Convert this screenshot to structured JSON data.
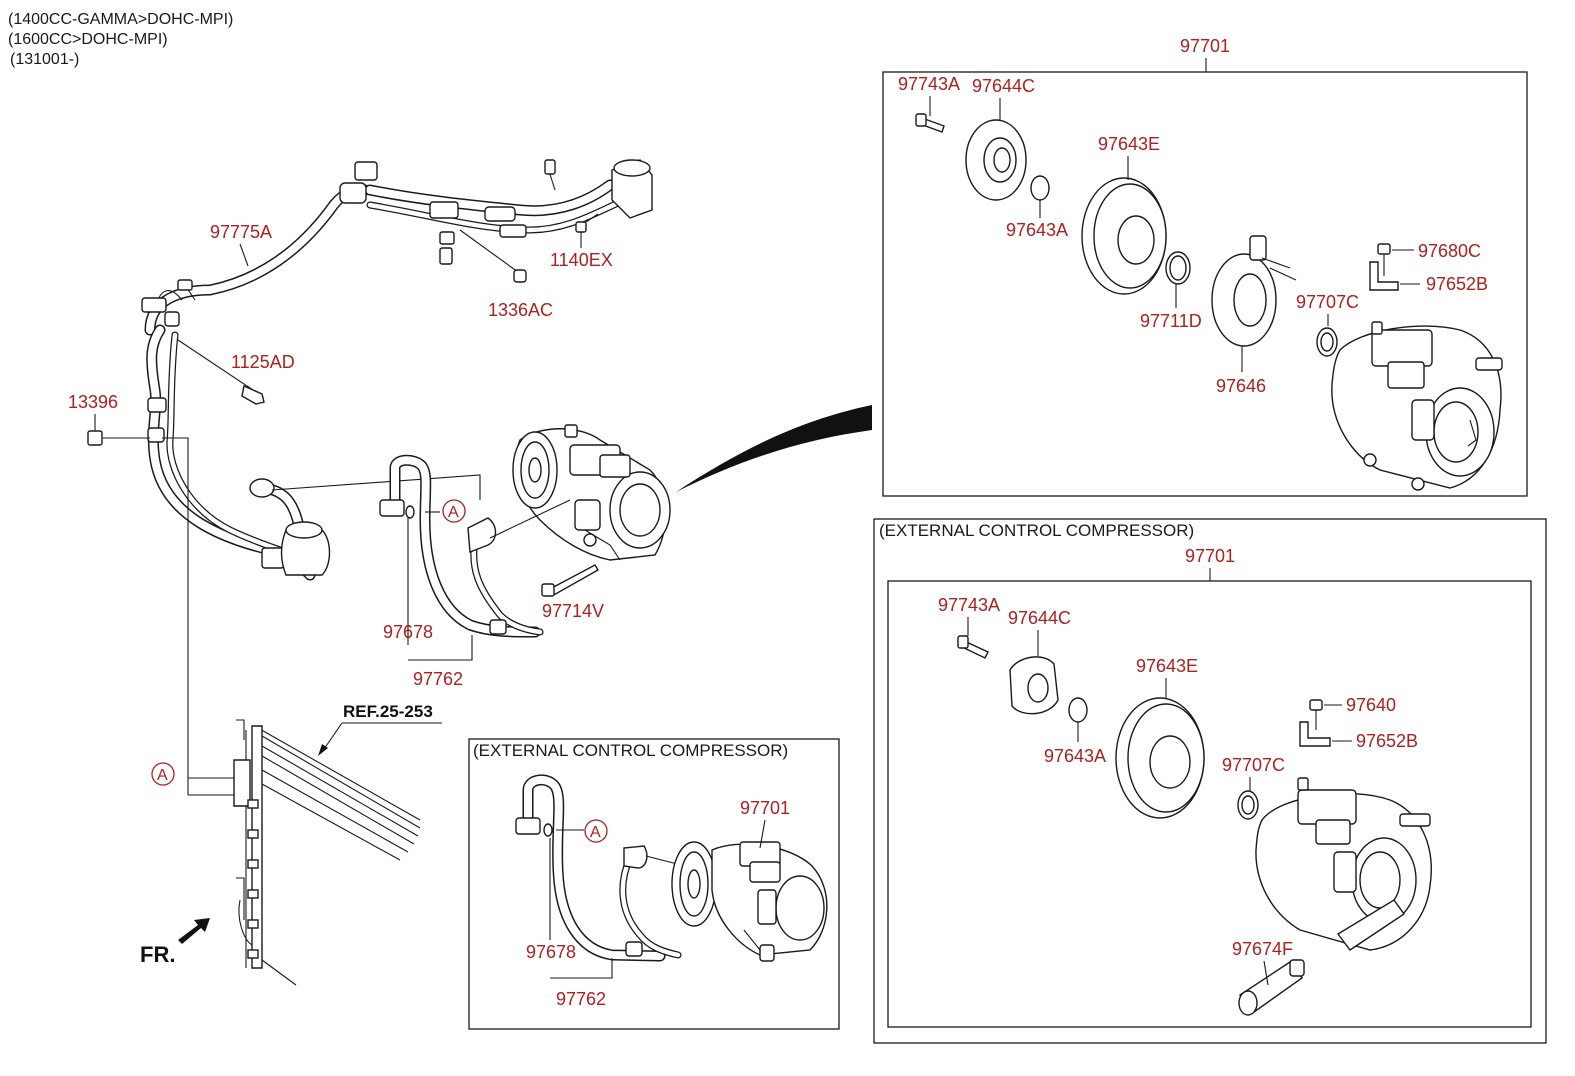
{
  "header": {
    "line1": "(1400CC-GAMMA>DOHC-MPI)",
    "line2": "(1600CC>DOHC-MPI)",
    "line3": "(131001-)"
  },
  "main_assembly": {
    "labels": {
      "p97775A": "97775A",
      "p1140EX": "1140EX",
      "p1336AC": "1336AC",
      "p1125AD": "1125AD",
      "p13396": "13396",
      "p97678": "97678",
      "p97762": "97762",
      "p97714V": "97714V"
    },
    "ref": "REF.25-253",
    "front_marker": "FR.",
    "connector_marker": "A"
  },
  "top_right_box": {
    "assembly_label": "97701",
    "labels": {
      "p97743A": "97743A",
      "p97644C": "97644C",
      "p97643E": "97643E",
      "p97643A": "97643A",
      "p97711D": "97711D",
      "p97646": "97646",
      "p97707C": "97707C",
      "p97680C": "97680C",
      "p97652B": "97652B"
    }
  },
  "mid_box": {
    "title": "(EXTERNAL CONTROL COMPRESSOR)",
    "labels": {
      "p97701": "97701",
      "p97678": "97678",
      "p97762": "97762"
    },
    "connector_marker": "A"
  },
  "bottom_right_box": {
    "title": "(EXTERNAL CONTROL COMPRESSOR)",
    "assembly_label": "97701",
    "labels": {
      "p97743A": "97743A",
      "p97644C": "97644C",
      "p97643E": "97643E",
      "p97643A": "97643A",
      "p97640": "97640",
      "p97652B": "97652B",
      "p97707C": "97707C",
      "p97674F": "97674F"
    }
  }
}
